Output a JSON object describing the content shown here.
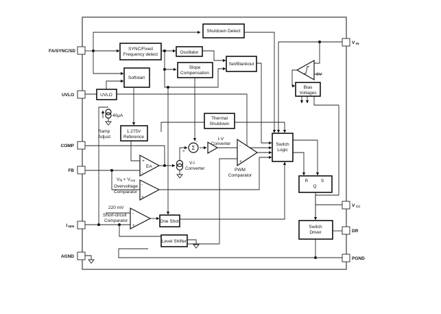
{
  "diagram": {
    "title": "Switching regulator block diagram",
    "pins_left": [
      {
        "id": "fa_sync_sd",
        "label": "FA/SYNC/SD"
      },
      {
        "id": "uvlo",
        "label": "UVLO"
      },
      {
        "id": "comp",
        "label": "COMP"
      },
      {
        "id": "fb",
        "label": "FB"
      },
      {
        "id": "isen",
        "label": "I",
        "sub": "SEN"
      },
      {
        "id": "agnd",
        "label": "AGND"
      }
    ],
    "pins_right": [
      {
        "id": "vin",
        "label": "V",
        "sub": "IN"
      },
      {
        "id": "vcc",
        "label": "V",
        "sub": "CC"
      },
      {
        "id": "dr",
        "label": "DR"
      },
      {
        "id": "pgnd",
        "label": "PGND"
      }
    ],
    "blocks": {
      "shutdown_detect": "Shutdown Detect",
      "sync_fixed_1": "SYNC/Fixed",
      "sync_fixed_2": "Frequency detect",
      "oscillator": "Oscillator",
      "slope_comp_1": "Slope",
      "slope_comp_2": "Compensation",
      "set_blankout": "Set/Blankout",
      "softstart": "Softstart",
      "uvlo": "UVLO",
      "reference_1": "1.275V",
      "reference_2": "Reference",
      "thermal_1": "Thermal",
      "thermal_2": "Shutdown",
      "switch_logic_1": "Switch",
      "switch_logic_2": "Logic",
      "bias_1": "Bias",
      "bias_2": "Voltages",
      "latch_r": "R",
      "latch_s": "S",
      "latch_q": "Q",
      "one_shot": "One Shot",
      "level_shifter": "Level Shifter",
      "switch_driver_1": "Switch",
      "switch_driver_2": "Driver"
    },
    "labels": {
      "ramp_current": "40μA",
      "ramp_adjust_1": "Ramp",
      "ramp_adjust_2": "Adjust",
      "ea": "EA",
      "sigma": "Σ",
      "vi_conv_1": "V-I",
      "vi_conv_2": "Converter",
      "iv_conv_1": "I-V",
      "iv_conv_2": "Converter",
      "pwm_1": "PWM",
      "pwm_2": "Comparator",
      "ov_ref": "V",
      "ov_ref_sub1": "fb",
      "ov_ref_mid": " + V",
      "ov_ref_sub2": "ovp",
      "ov_1": "Overvoltage",
      "ov_2": "Comparator",
      "sc_ref": "220 mV",
      "sc_1": "Short-circuit",
      "sc_2": "Comparator",
      "uvlo_6v": "6V",
      "plus": "+",
      "minus": "-"
    }
  }
}
